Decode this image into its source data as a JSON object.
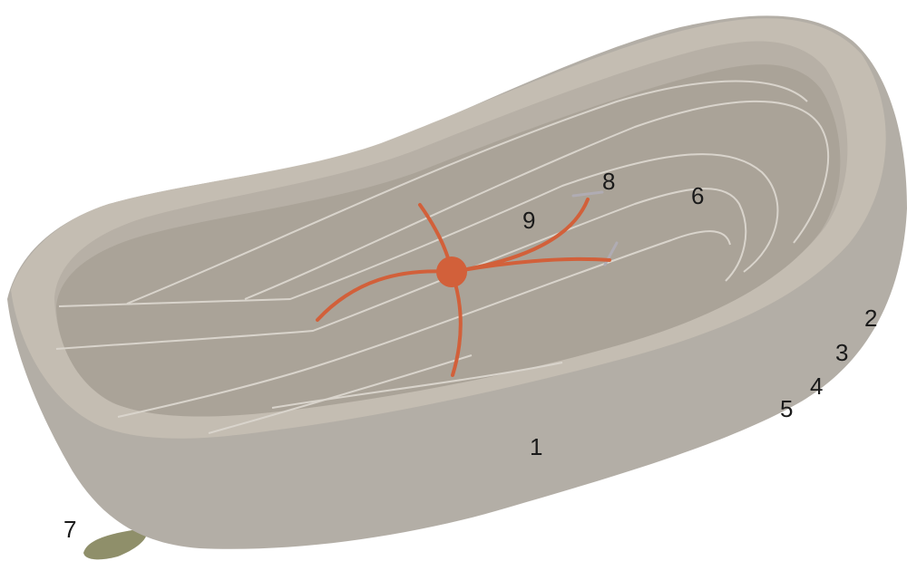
{
  "labels": {
    "l1": "1",
    "l2": "2",
    "l3": "3",
    "l4": "4",
    "l5": "5",
    "l6": "6",
    "l7": "7",
    "l8": "8",
    "l9": "9"
  },
  "colors": {
    "outer_wall": "#b3aea6",
    "rim": "#c4bdb2",
    "inner_wall": "#b7b0a6",
    "basin_floor": "#aaa398",
    "contour_line": "#d9d4cc",
    "vessel": "#d2603a",
    "stub": "#b0acb3",
    "stem": "#8f8f6a"
  }
}
